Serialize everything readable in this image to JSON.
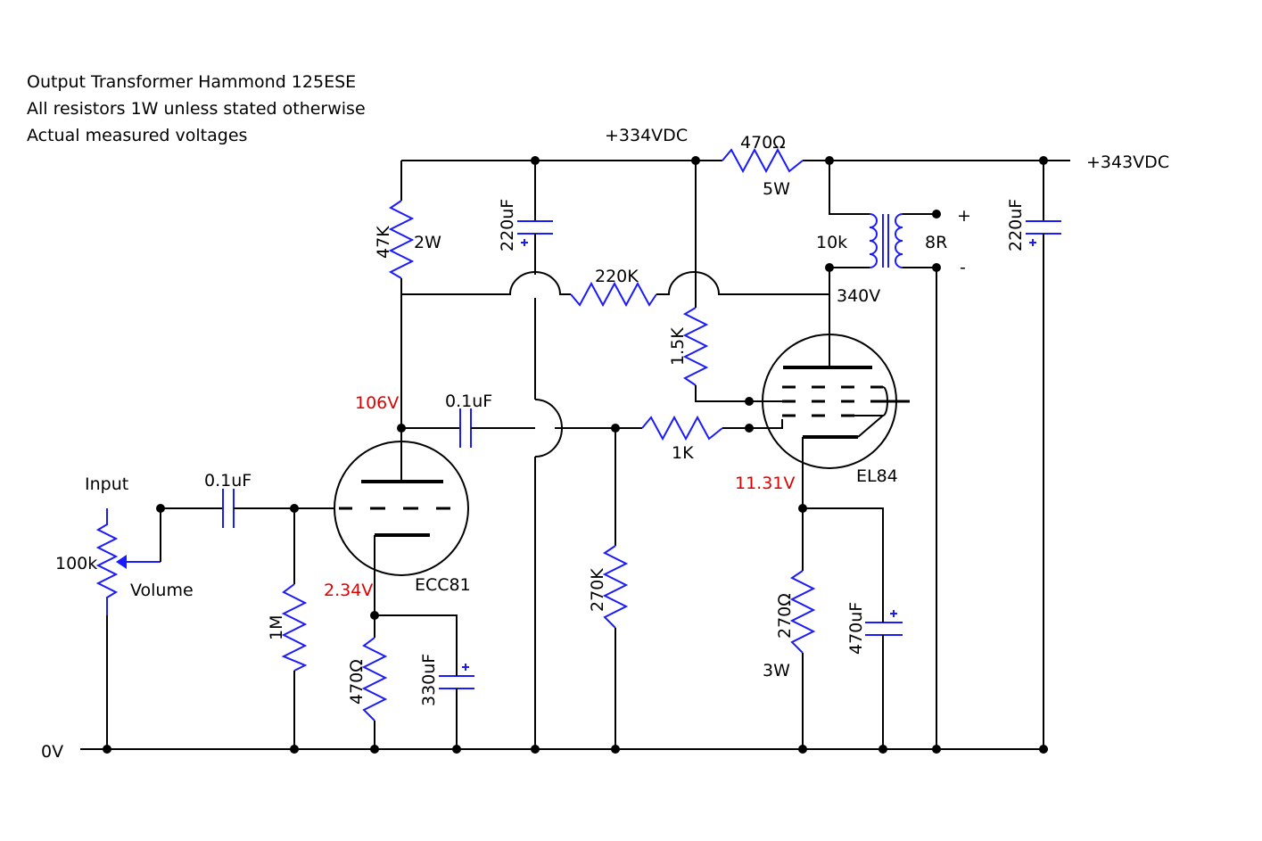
{
  "notes": {
    "line1": "Output Transformer Hammond 125ESE",
    "line2": "All resistors 1W unless stated otherwise",
    "line3": "Actual measured voltages"
  },
  "rails": {
    "b_plus_1": "+334VDC",
    "b_plus_2": "+343VDC",
    "ground": "0V"
  },
  "components": {
    "r_dropper": {
      "value": "470Ω",
      "power": "5W"
    },
    "r_plate1": {
      "value": "47K",
      "power": "2W"
    },
    "c_filter1": {
      "value": "220uF",
      "polarity": "+"
    },
    "c_filter2": {
      "value": "220uF",
      "polarity": "+"
    },
    "r_feedback": {
      "value": "220K"
    },
    "r_screen": {
      "value": "1.5K"
    },
    "c_coupling_in": {
      "value": "0.1uF"
    },
    "c_coupling_stage": {
      "value": "0.1uF"
    },
    "r_grid_stop": {
      "value": "1K"
    },
    "r_grid_leak1": {
      "value": "1M"
    },
    "r_grid_leak2": {
      "value": "270K"
    },
    "r_cathode1": {
      "value": "470Ω"
    },
    "c_cathode1": {
      "value": "330uF",
      "polarity": "+"
    },
    "r_cathode2": {
      "value": "270Ω",
      "power": "3W"
    },
    "c_cathode2": {
      "value": "470uF",
      "polarity": "+"
    },
    "pot_volume": {
      "value": "100k",
      "label": "Volume"
    },
    "transformer": {
      "primary": "10k",
      "secondary": "8R",
      "plus": "+",
      "minus": "-"
    },
    "tube_v1": {
      "name": "ECC81"
    },
    "tube_v2": {
      "name": "EL84"
    }
  },
  "input_label": "Input",
  "voltages": {
    "v1_plate": "106V",
    "v1_cathode": "2.34V",
    "v2_plate": "340V",
    "v2_cathode": "11.31V"
  },
  "colors": {
    "wire": "#000000",
    "component": "#1a1aff",
    "measured_voltage": "#e00000"
  }
}
